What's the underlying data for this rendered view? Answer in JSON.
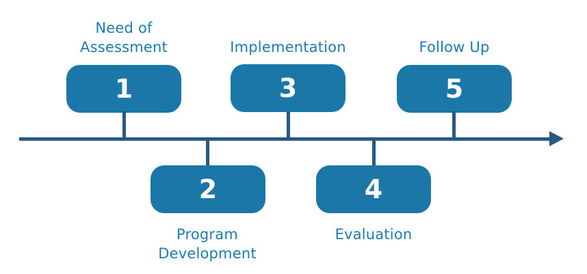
{
  "colors": {
    "box_fill": "#1B77A8",
    "axis_line": "#2A5884",
    "label_text": "#1C7BB0",
    "number_text": "#FFFFFF",
    "background": "#FFFFFF"
  },
  "axis": {
    "type": "horizontal-timeline",
    "arrow_direction": "right"
  },
  "steps": [
    {
      "number": "1",
      "label": "Need of Assessment",
      "lines": [
        "Need of",
        "Assessment"
      ],
      "side": "above"
    },
    {
      "number": "2",
      "label": "Program Development",
      "lines": [
        "Program",
        "Development"
      ],
      "side": "below"
    },
    {
      "number": "3",
      "label": "Implementation",
      "lines": [
        "Implementation"
      ],
      "side": "above"
    },
    {
      "number": "4",
      "label": "Evaluation",
      "lines": [
        "Evaluation"
      ],
      "side": "below"
    },
    {
      "number": "5",
      "label": "Follow Up",
      "lines": [
        "Follow Up"
      ],
      "side": "above"
    }
  ]
}
